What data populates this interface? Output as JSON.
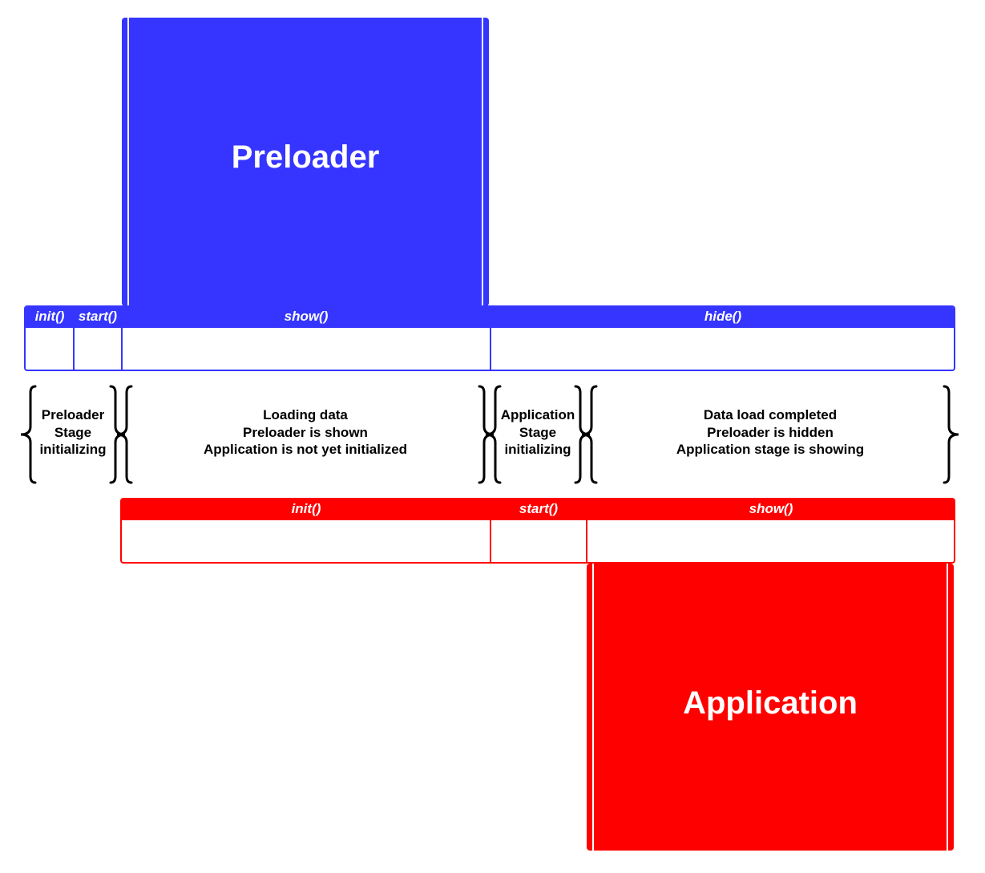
{
  "preloader": {
    "title": "Preloader",
    "color": "#3535ff",
    "methods": [
      "init()",
      "start()",
      "show()",
      "hide()"
    ]
  },
  "application": {
    "title": "Application",
    "color": "#ff0000",
    "methods": [
      "init()",
      "start()",
      "show()"
    ]
  },
  "phases": [
    {
      "lines": [
        "Preloader",
        "Stage",
        "initializing"
      ]
    },
    {
      "lines": [
        "Loading data",
        "Preloader is shown",
        "Application is not yet initialized"
      ]
    },
    {
      "lines": [
        "Application",
        "Stage",
        "initializing"
      ]
    },
    {
      "lines": [
        "Data load completed",
        "Preloader is hidden",
        "Application stage is showing"
      ]
    }
  ]
}
